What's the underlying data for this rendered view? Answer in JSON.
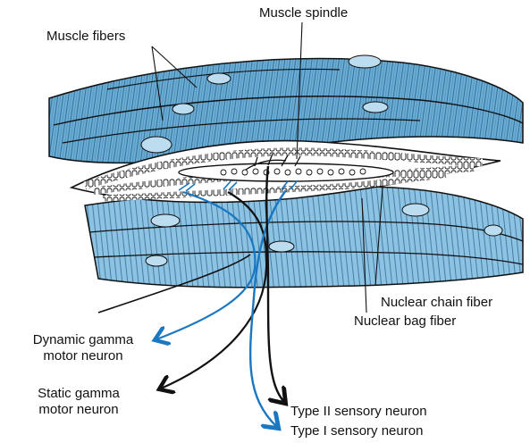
{
  "labels": {
    "muscle_fibers": "Muscle fibers",
    "muscle_spindle": "Muscle spindle",
    "nuclear_chain_fiber": "Nuclear chain fiber",
    "nuclear_bag_fiber": "Nuclear bag fiber",
    "dynamic_gamma_line1": "Dynamic gamma",
    "dynamic_gamma_line2": "motor neuron",
    "static_gamma_line1": "Static gamma",
    "static_gamma_line2": "motor neuron",
    "type2_sensory": "Type II sensory neuron",
    "type1_sensory": "Type I sensory neuron"
  },
  "colors": {
    "muscle_fill": "#6aaed6",
    "muscle_light": "#bcdcef",
    "outline": "#111111",
    "blue_neuron": "#1a78c2",
    "black_neuron": "#111111"
  }
}
